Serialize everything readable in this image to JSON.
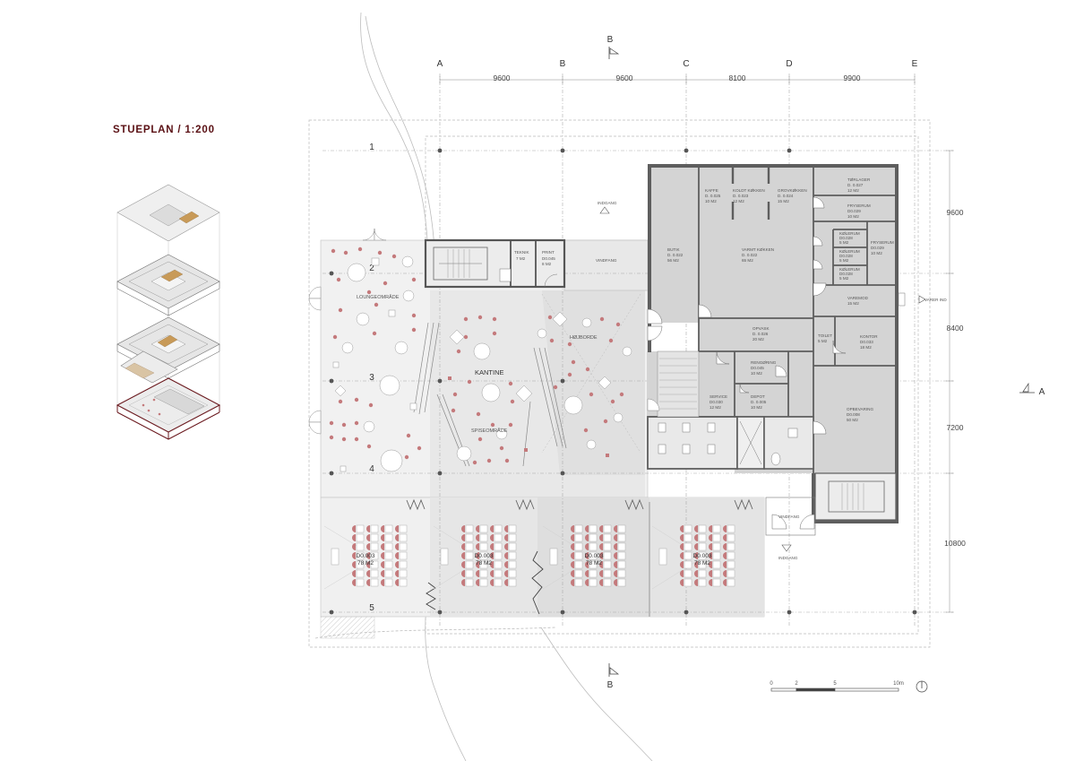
{
  "title": "STUEPLAN / 1:200",
  "axes": {
    "columns": [
      "A",
      "B",
      "C",
      "D",
      "E"
    ],
    "rows": [
      "1",
      "2",
      "3",
      "4",
      "5"
    ],
    "column_spacings": [
      "9600",
      "9600",
      "8100",
      "9900"
    ],
    "row_spacings": [
      "9600",
      "8400",
      "7200",
      "10800"
    ]
  },
  "section_markers": {
    "top": "B",
    "bottom": "B",
    "right": "A"
  },
  "zones": {
    "lounge": "LOUNGEOMRÅDE",
    "canteen": "KANTINE",
    "dining": "SPISEOMRÅDE",
    "high_tables": "HØJBORDE"
  },
  "classrooms": [
    {
      "code": "D0.003",
      "area": "78 M2"
    },
    {
      "code": "D0.003",
      "area": "78 M2"
    },
    {
      "code": "D0.003",
      "area": "78 M2"
    },
    {
      "code": "D0.003",
      "area": "78 M2"
    }
  ],
  "rooms": {
    "teknik": {
      "name": "TEKNIK",
      "area": "7 M2"
    },
    "print": {
      "name": "PRINT",
      "code": "D0.045",
      "area": "8 M2"
    },
    "vindfang_top": {
      "name": "VINDFANG"
    },
    "entrance_top": "INDGANG",
    "kaffe": {
      "name": "KAFFE",
      "code": "D. 0.025",
      "area": "10 M2"
    },
    "koldt": {
      "name": "KOLDT KØKKEN",
      "code": "D. 0.023",
      "area": "12 M2"
    },
    "grov": {
      "name": "GROVKØKKEN",
      "code": "D. 0.024",
      "area": "15 M2"
    },
    "torlager": {
      "name": "TØRLAGER",
      "code": "D. 0.027",
      "area": "12 M2"
    },
    "fryserum1": {
      "name": "FRYSERUM",
      "code": "D0.029",
      "area": "10 M2"
    },
    "kolerum1": {
      "name": "KØLERUM",
      "code": "D0.028",
      "area": "5 M2"
    },
    "kolerum2": {
      "name": "KØLERUM",
      "code": "D0.028",
      "area": "5 M2"
    },
    "kolerum3": {
      "name": "KØLERUM",
      "code": "D0.028",
      "area": "5 M2"
    },
    "fryserum2": {
      "name": "FRYSERUM",
      "code": "D0.029",
      "area": "10 M2"
    },
    "butik": {
      "name": "BUTIK",
      "code": "D. 0.022",
      "area": "56 M2"
    },
    "varmt": {
      "name": "VARMT KØKKEN",
      "code": "D. 0.022",
      "area": "65 M2"
    },
    "varemod": {
      "name": "VAREMOD",
      "area": "15 M2"
    },
    "varer_ind": "VARER IND",
    "opvask": {
      "name": "OPVASK",
      "code": "D. 0.026",
      "area": "20 M2"
    },
    "toilet": {
      "name": "TOILET",
      "area": "5 M2"
    },
    "kontor": {
      "name": "KONTOR",
      "code": "D0.033",
      "area": "18 M2"
    },
    "rengoring": {
      "name": "RENGØRING",
      "code": "D0.045",
      "area": "10 M2"
    },
    "service": {
      "name": "SERVICE",
      "code": "D0.030",
      "area": "12 M2"
    },
    "depot": {
      "name": "DEPOT",
      "code": "D. 0.005",
      "area": "10 M2"
    },
    "opbevaring": {
      "name": "OPBEVARING",
      "code": "D0.008",
      "area": "50 M2"
    },
    "vindfang_bottom": {
      "name": "VINDFANG"
    },
    "entrance_bottom": "INDGANG"
  },
  "scale_bar": {
    "labels": [
      "0",
      "2",
      "5",
      "10m"
    ]
  },
  "colors": {
    "title": "#5a1014",
    "wall": "#5e5e5e",
    "kitchen_fill": "#d3d3d3",
    "furniture_accent": "#c47a7c",
    "plan_fill": "#eeeeee"
  }
}
